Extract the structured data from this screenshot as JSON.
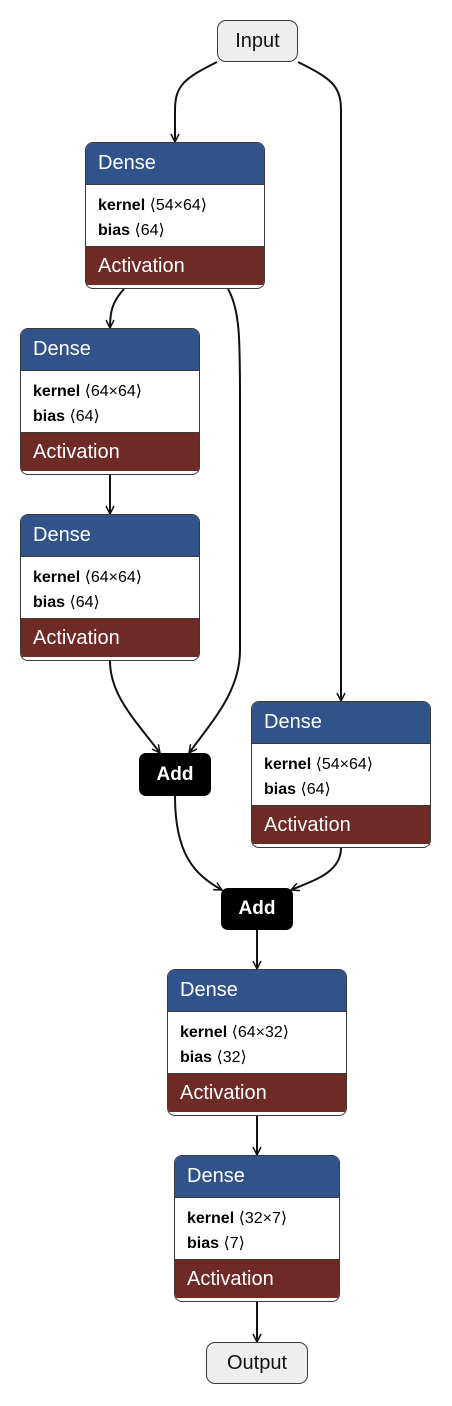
{
  "input": {
    "label": "Input"
  },
  "output": {
    "label": "Output"
  },
  "ops": [
    {
      "label": "Add"
    },
    {
      "label": "Add"
    }
  ],
  "layers": [
    {
      "type": "Dense",
      "kernel_label": "kernel",
      "kernel_shape": "⟨54×64⟩",
      "bias_label": "bias",
      "bias_shape": "⟨64⟩",
      "activation": "Activation"
    },
    {
      "type": "Dense",
      "kernel_label": "kernel",
      "kernel_shape": "⟨64×64⟩",
      "bias_label": "bias",
      "bias_shape": "⟨64⟩",
      "activation": "Activation"
    },
    {
      "type": "Dense",
      "kernel_label": "kernel",
      "kernel_shape": "⟨64×64⟩",
      "bias_label": "bias",
      "bias_shape": "⟨64⟩",
      "activation": "Activation"
    },
    {
      "type": "Dense",
      "kernel_label": "kernel",
      "kernel_shape": "⟨54×64⟩",
      "bias_label": "bias",
      "bias_shape": "⟨64⟩",
      "activation": "Activation"
    },
    {
      "type": "Dense",
      "kernel_label": "kernel",
      "kernel_shape": "⟨64×32⟩",
      "bias_label": "bias",
      "bias_shape": "⟨32⟩",
      "activation": "Activation"
    },
    {
      "type": "Dense",
      "kernel_label": "kernel",
      "kernel_shape": "⟨32×7⟩",
      "bias_label": "bias",
      "bias_shape": "⟨7⟩",
      "activation": "Activation"
    }
  ],
  "colors": {
    "header": "#32528a",
    "activation": "#6e2a24",
    "op": "#000000",
    "io": "#eeeeee",
    "edge": "#111111"
  }
}
